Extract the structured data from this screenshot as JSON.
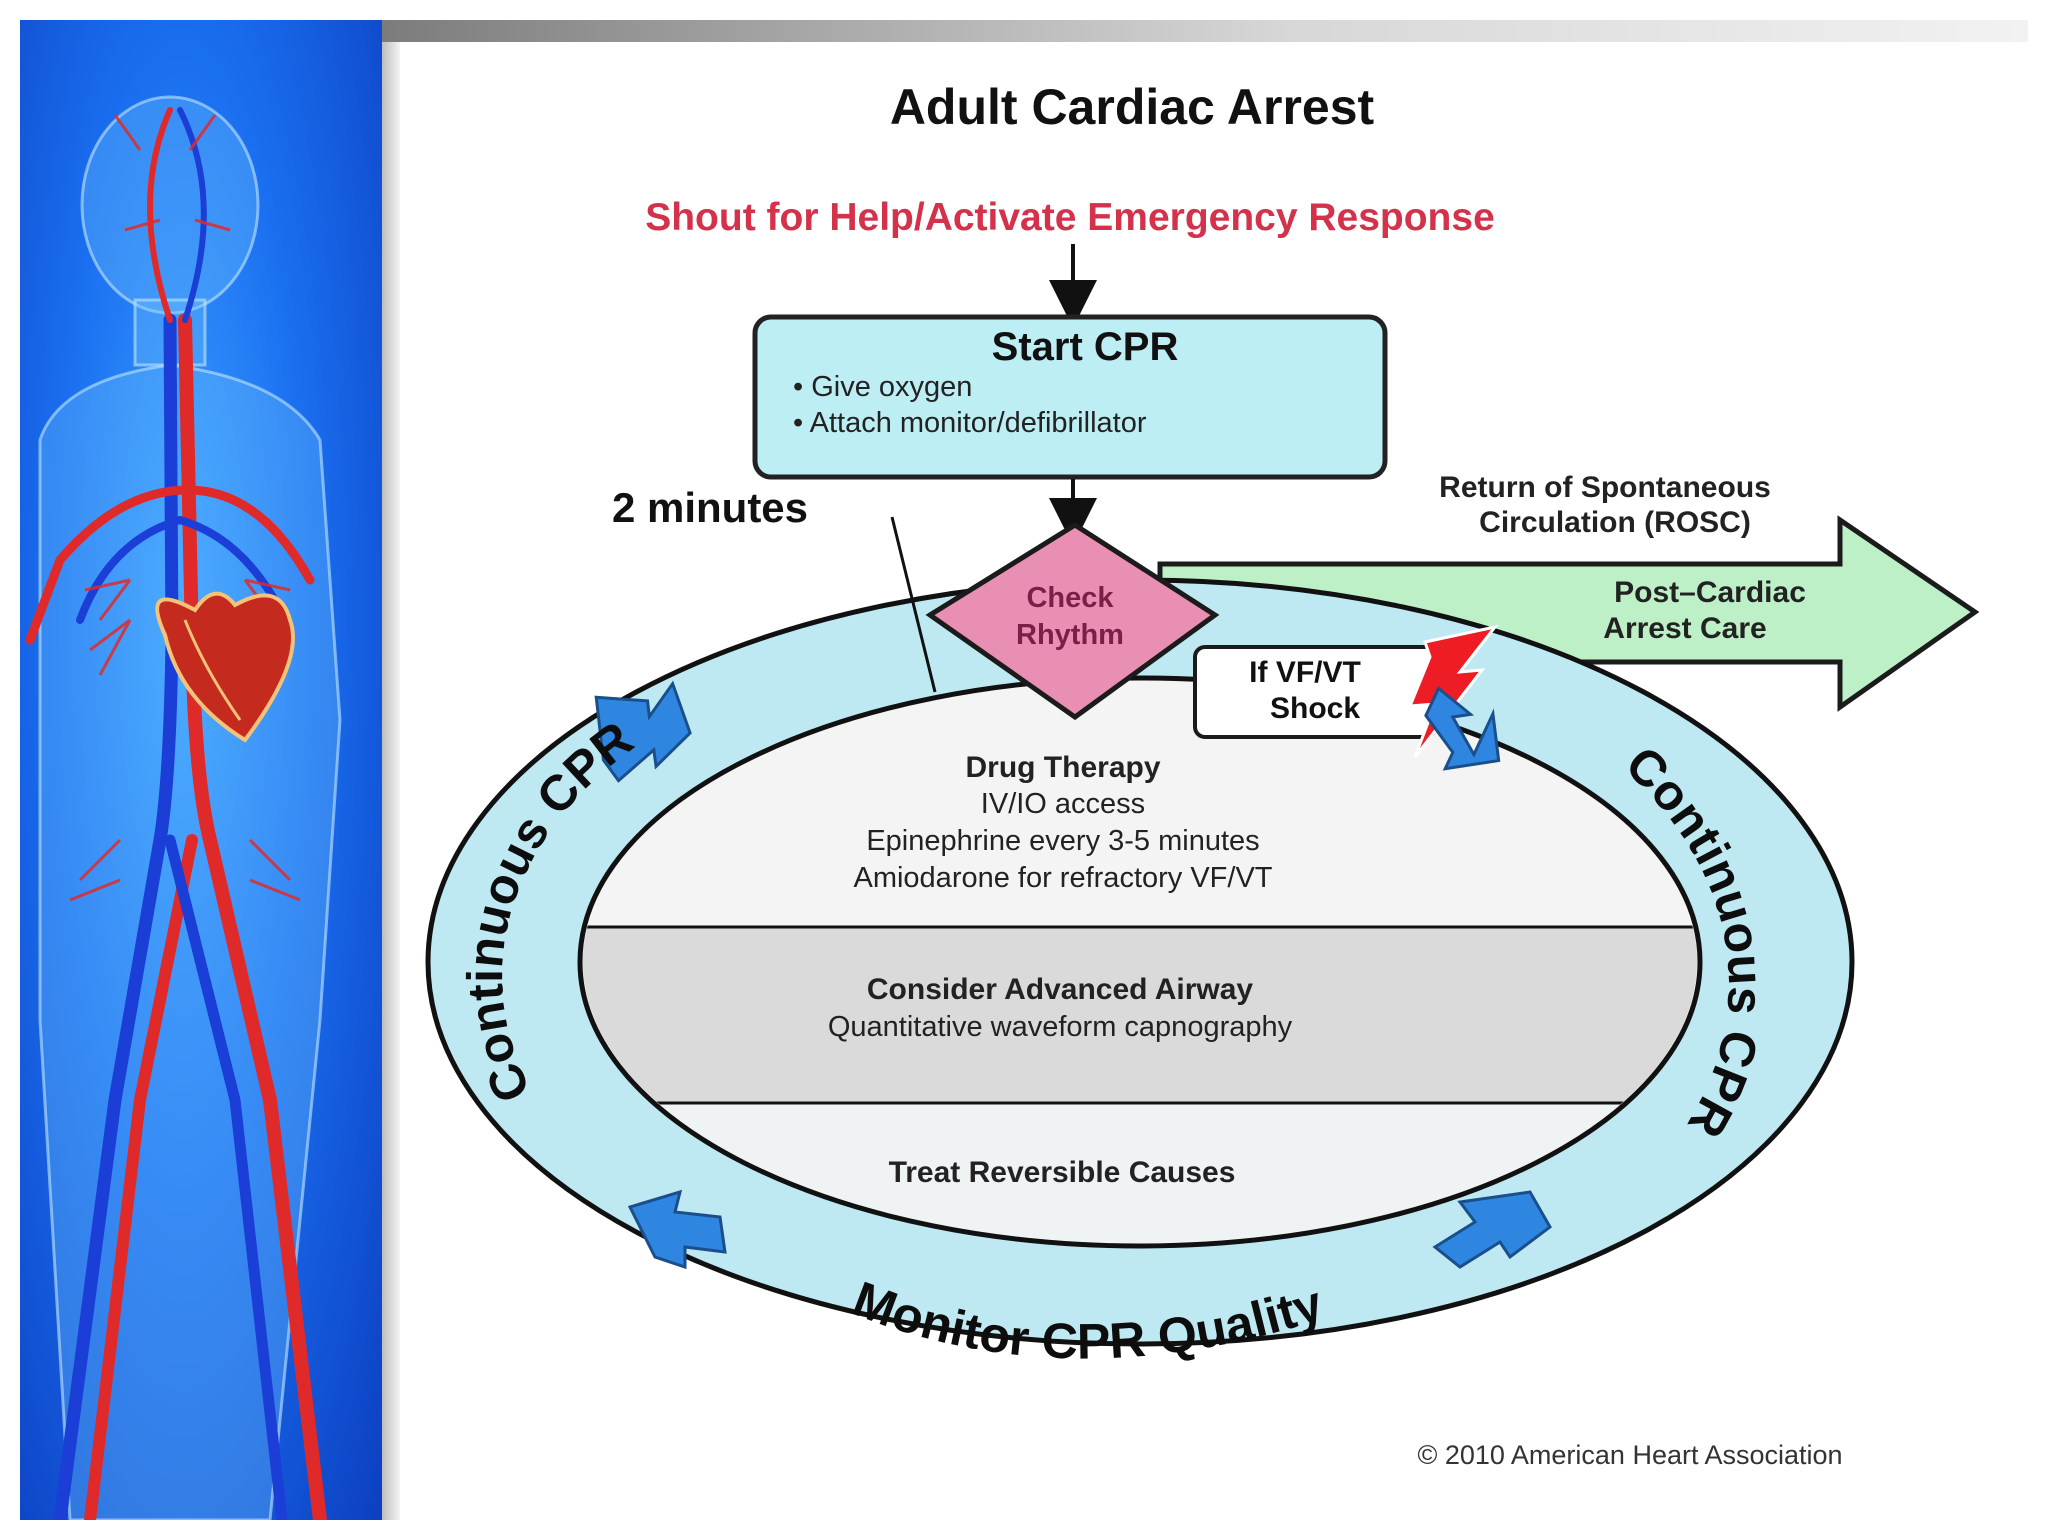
{
  "title": "Adult Cardiac Arrest",
  "alert": "Shout for Help/Activate Emergency Response",
  "start_cpr": {
    "heading": "Start CPR",
    "bullets": [
      "• Give oxygen",
      "• Attach monitor/defibrillator"
    ]
  },
  "two_minutes": "2 minutes",
  "check_rhythm": [
    "Check",
    "Rhythm"
  ],
  "rosc": [
    "Return of Spontaneous",
    "Circulation (ROSC)"
  ],
  "post_care": [
    "Post–Cardiac",
    "Arrest Care"
  ],
  "shock": {
    "condition": "If VF/VT",
    "action": "Shock"
  },
  "ring": {
    "left": "Continuous CPR",
    "right": "Continuous CPR",
    "bottom": "Monitor CPR Quality"
  },
  "drug_therapy": {
    "heading": "Drug Therapy",
    "lines": [
      "IV/IO access",
      "Epinephrine every 3-5 minutes",
      "Amiodarone for refractory VF/VT"
    ]
  },
  "airway": {
    "heading": "Consider Advanced Airway",
    "line": "Quantitative waveform capnography"
  },
  "reversible": "Treat Reversible Causes",
  "copyright": "© 2010 American Heart Association",
  "colors": {
    "alert_red": "#d4314b",
    "cpr_box": "#bdeef4",
    "ring": "#bfe9f2",
    "diamond": "#ea8fb4",
    "post_care": "#bdf0c6",
    "arrow_blue": "#2f86e0",
    "lightning": "#ee1c25"
  }
}
